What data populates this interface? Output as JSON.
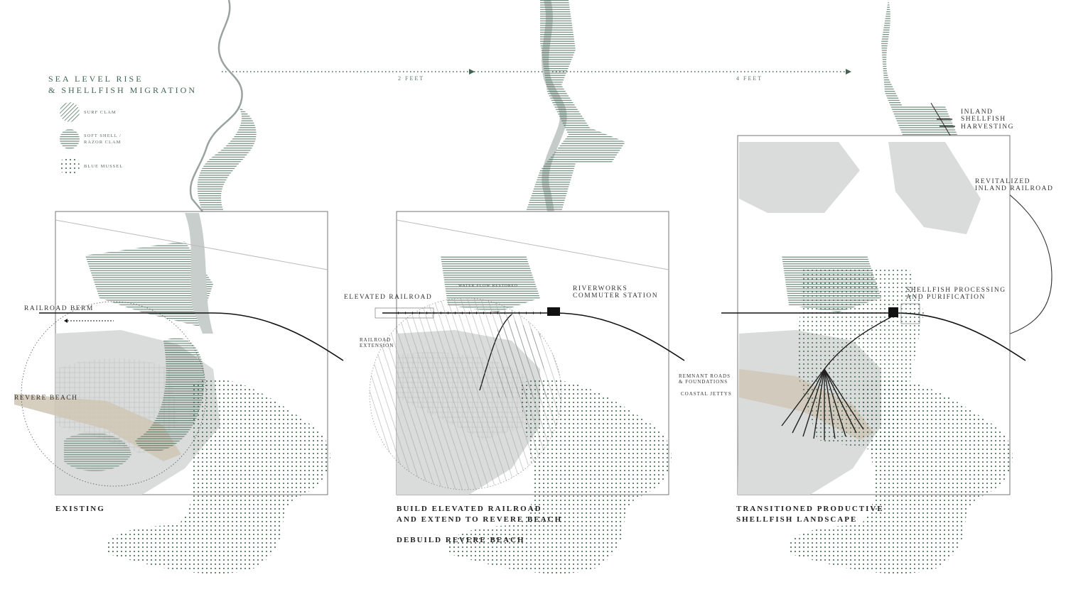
{
  "header": {
    "title_line1": "SEA LEVEL RISE",
    "title_line2": "& SHELLFISH MIGRATION"
  },
  "timeline": {
    "tick1": "2 FEET",
    "tick2": "4 FEET"
  },
  "legend": {
    "surf_clam": "SURF CLAM",
    "soft_shell_1": "SOFT SHELL /",
    "soft_shell_2": "RAZOR CLAM",
    "blue_mussel": "BLUE MUSSEL"
  },
  "panel1": {
    "caption": "EXISTING",
    "railroad_berm": "RAILROAD BERM",
    "revere_beach": "REVERE BEACH"
  },
  "panel2": {
    "caption_line1": "BUILD ELEVATED RAILROAD",
    "caption_line2": "AND EXTEND TO REVERE BEACH",
    "caption_line3": "DEBUILD REVERE BEACH",
    "elevated_railroad": "ELEVATED RAILROAD",
    "water_flow": "WATER FLOW RESTORED",
    "riverworks_1": "RIVERWORKS",
    "riverworks_2": "COMMUTER STATION",
    "extension_1": "RAILROAD",
    "extension_2": "EXTENSION"
  },
  "panel3": {
    "caption_line1": "TRANSITIONED PRODUCTIVE",
    "caption_line2": "SHELLFISH LANDSCAPE",
    "inland_1": "INLAND",
    "inland_2": "SHELLFISH",
    "inland_3": "HARVESTING",
    "revitalized_1": "REVITALIZED",
    "revitalized_2": "INLAND RAILROAD",
    "processing_1": "SHELLFISH PROCESSING",
    "processing_2": "AND PURIFICATION",
    "remnant_1": "REMNANT ROADS",
    "remnant_2": "& FOUNDATIONS",
    "jettys": "COASTAL JETTYS"
  },
  "colors": {
    "shellfish_green": "#3f6450",
    "land_gray": "#d9dcdb",
    "beach_sand": "#cfc6b4",
    "rail_black": "#111111"
  }
}
